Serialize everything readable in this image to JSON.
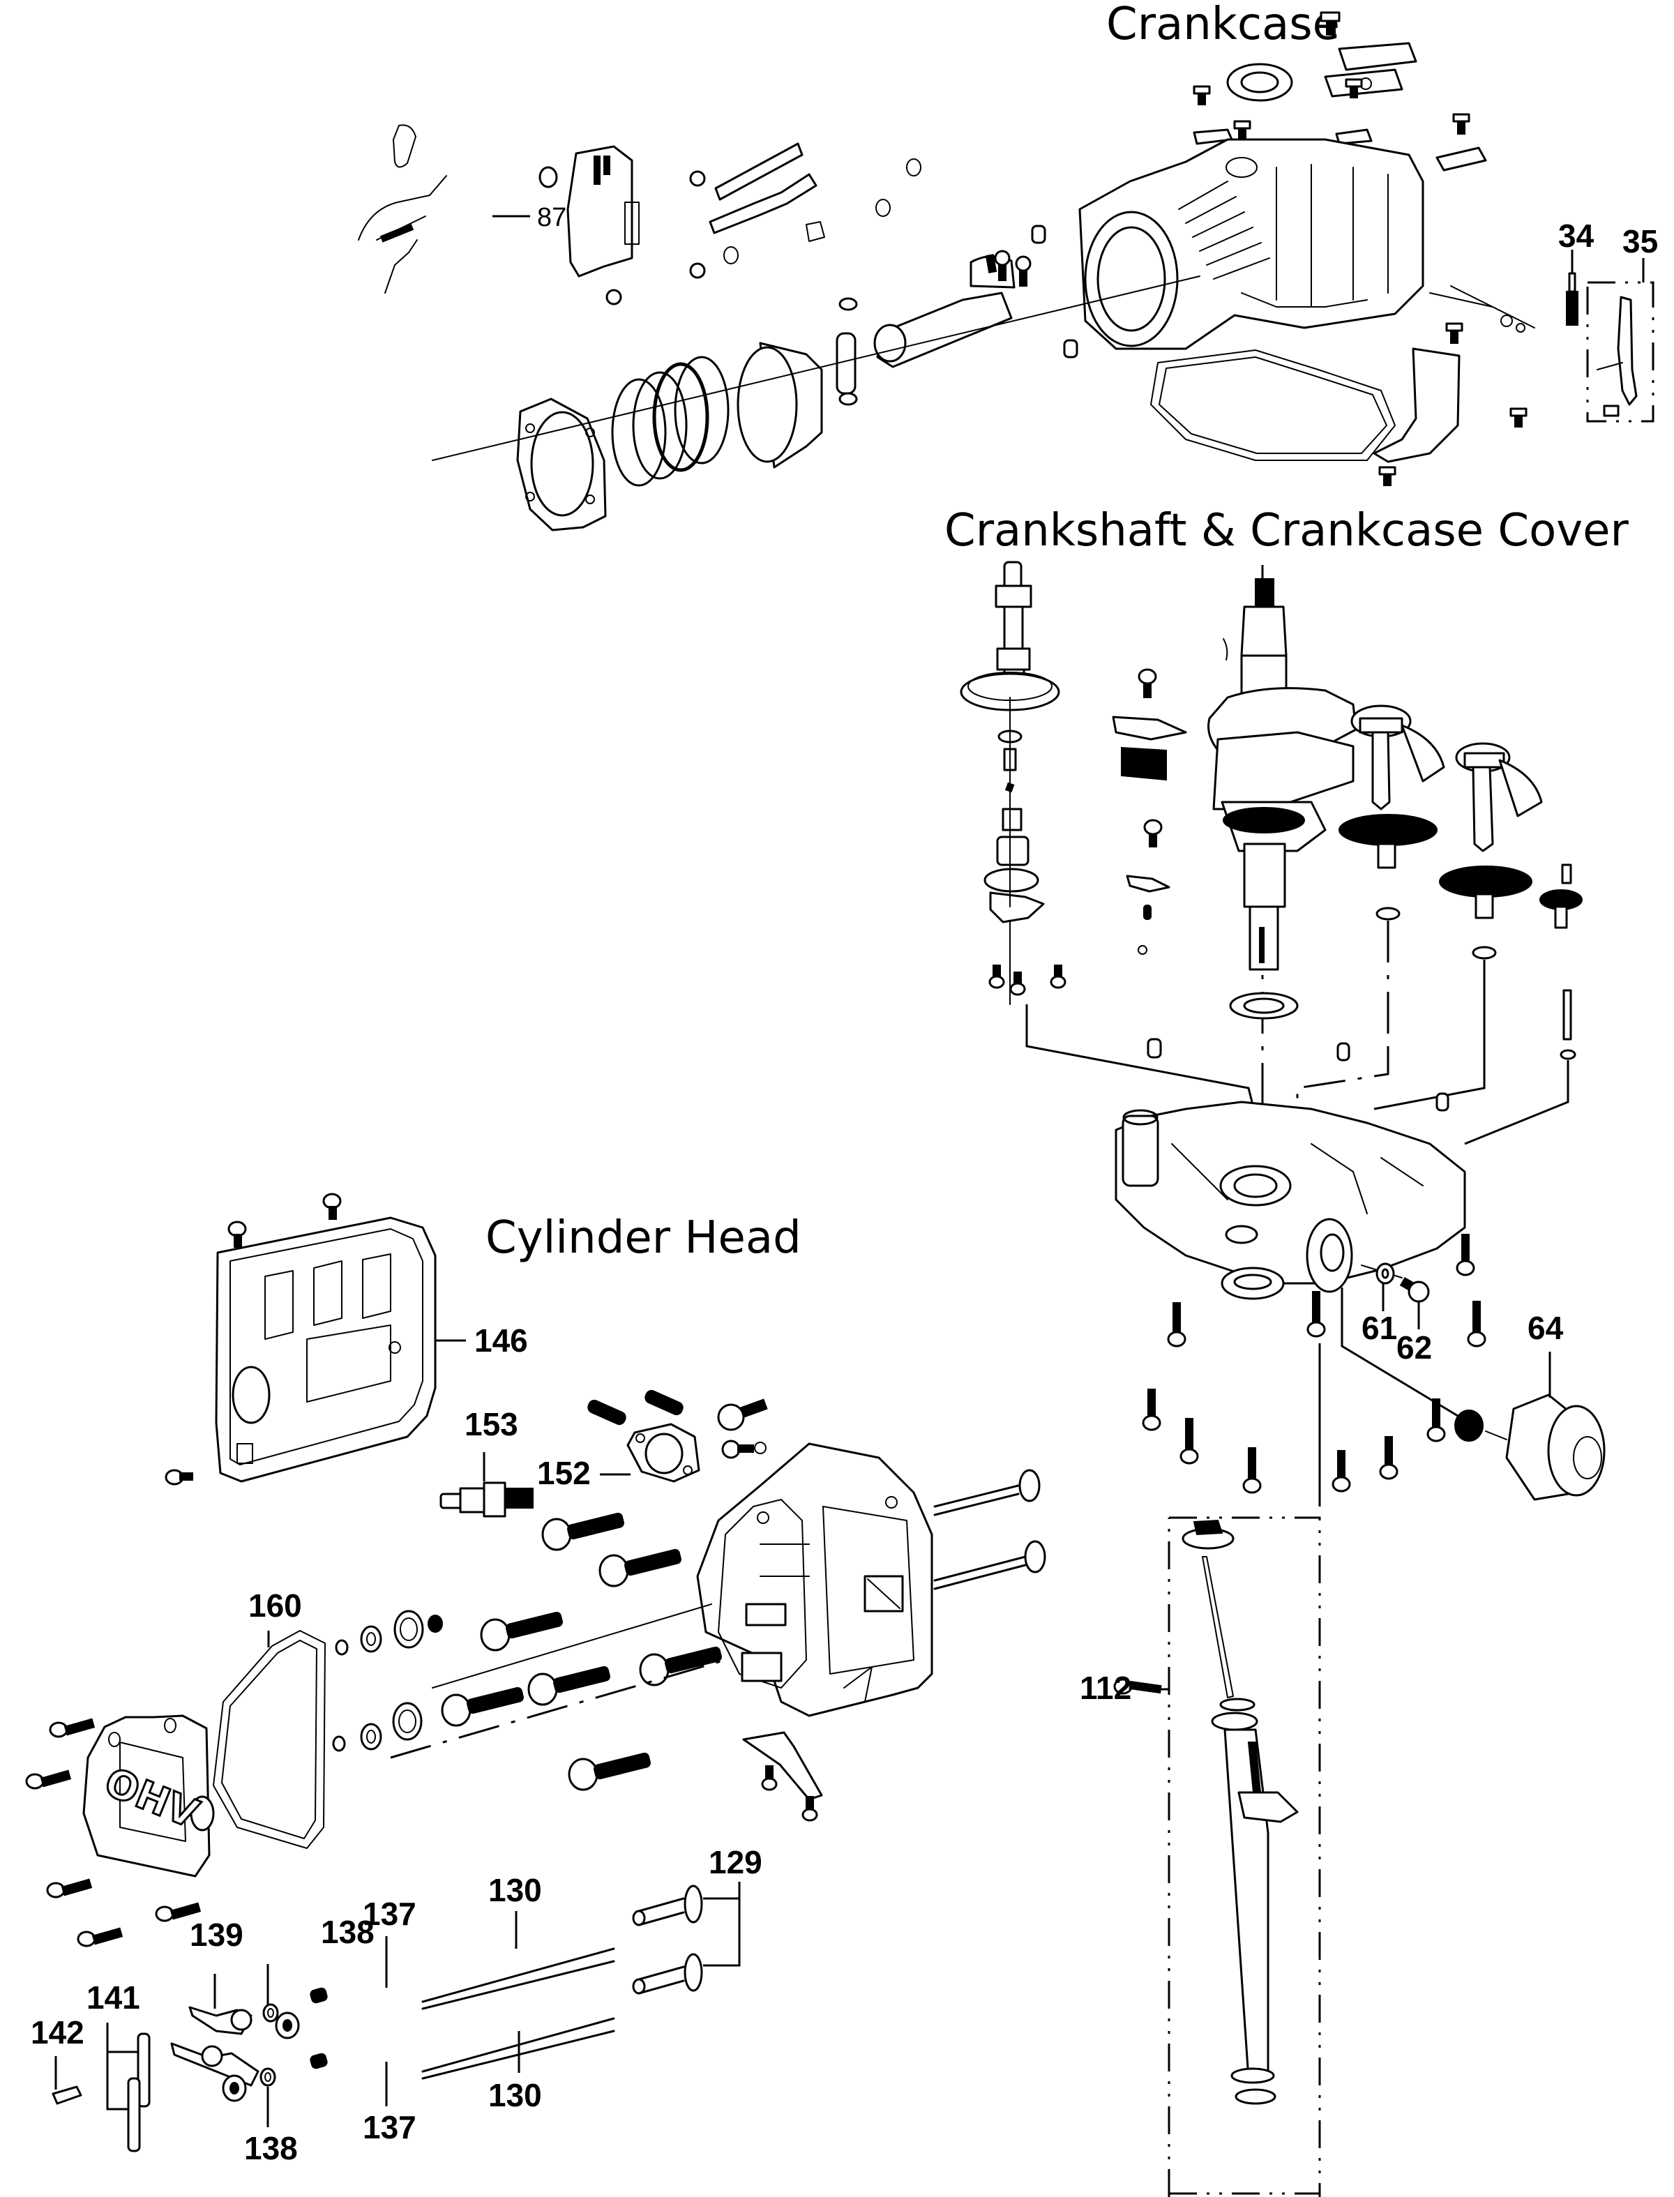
{
  "sections": {
    "crankcase": {
      "title": "Crankcase"
    },
    "crankshaft_cover": {
      "title": "Crankshaft & Crankcase Cover"
    },
    "cylinder_head": {
      "title": "Cylinder Head"
    }
  },
  "callouts": {
    "c87": "87",
    "c34": "34",
    "c35": "35",
    "c61": "61",
    "c62": "62",
    "c64": "64",
    "c112": "112",
    "c146": "146",
    "c153": "153",
    "c152": "152",
    "c160": "160",
    "c129": "129",
    "c130_top": "130",
    "c130_bottom": "130",
    "c137_top": "137",
    "c137_bottom": "137",
    "c138_top": "138",
    "c138_bottom": "138",
    "c139": "139",
    "c141": "141",
    "c142": "142"
  },
  "valve_cover_marking": "OHV"
}
